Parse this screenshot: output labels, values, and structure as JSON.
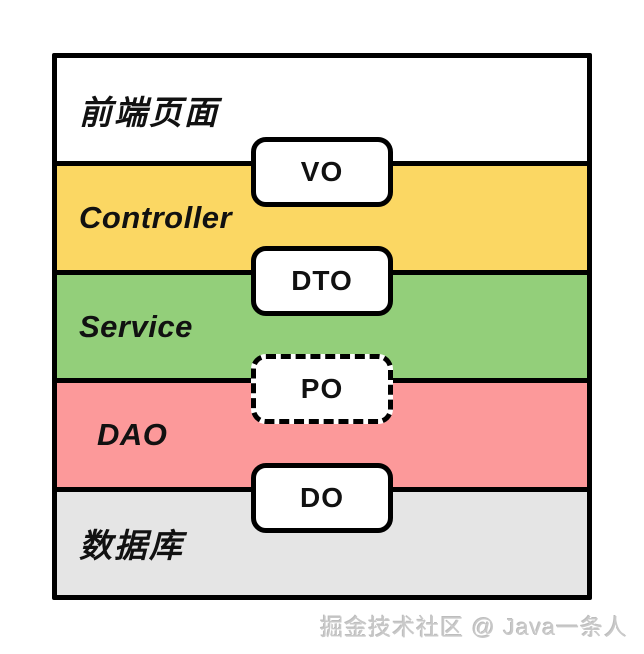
{
  "diagram": {
    "title_semantic": "layered-architecture-object-mapping",
    "border_color": "#000000",
    "layers": [
      {
        "label": "前端页面",
        "color": "#FFFFFF"
      },
      {
        "label": "Controller",
        "color": "#FBD763"
      },
      {
        "label": "Service",
        "color": "#93CF7A"
      },
      {
        "label": "DAO",
        "color": "#FC999A"
      },
      {
        "label": "数据库",
        "color": "#E5E5E5"
      }
    ],
    "connectors": [
      {
        "label": "VO",
        "border_style": "solid",
        "between": "前端页面/Controller"
      },
      {
        "label": "DTO",
        "border_style": "solid",
        "between": "Controller/Service"
      },
      {
        "label": "PO",
        "border_style": "dashed",
        "between": "Service/DAO"
      },
      {
        "label": "DO",
        "border_style": "solid",
        "between": "DAO/数据库"
      }
    ]
  },
  "watermark": {
    "text": "掘金技术社区 @ Java一条人",
    "color": "#C9C9C9"
  }
}
